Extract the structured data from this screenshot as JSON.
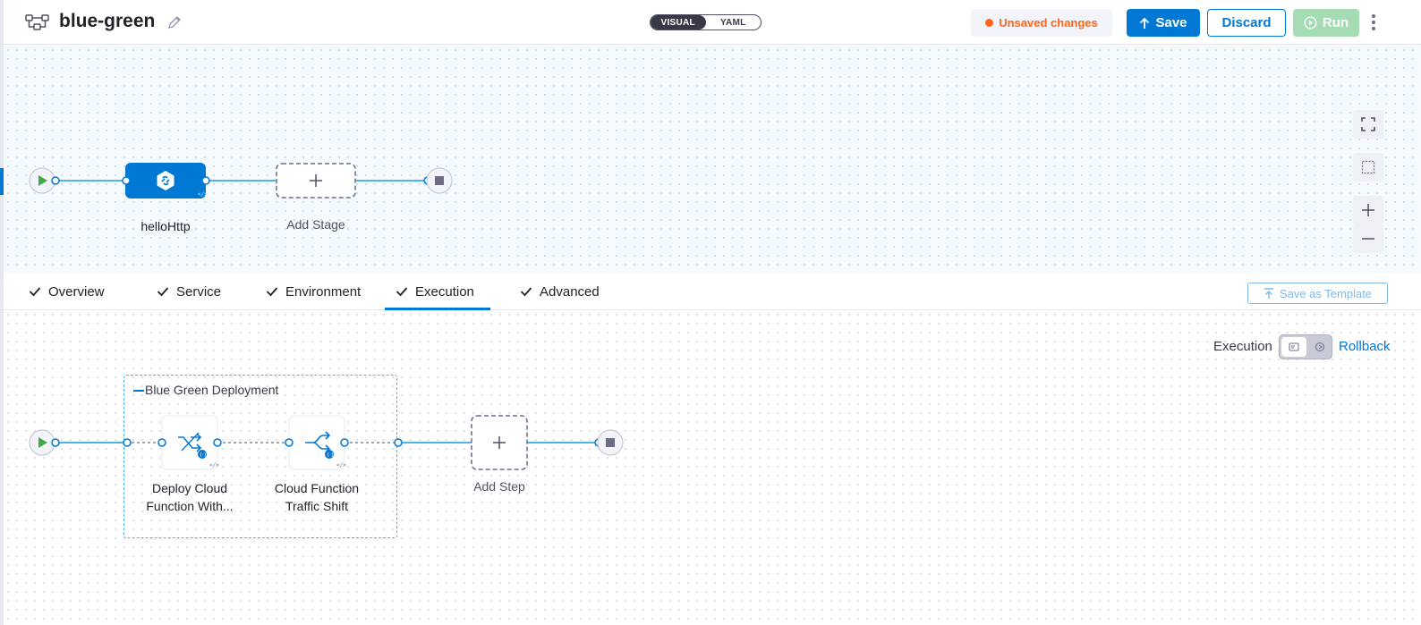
{
  "header": {
    "title": "blue-green",
    "view_toggle": {
      "visual": "VISUAL",
      "yaml": "YAML"
    },
    "unsaved_label": "Unsaved changes",
    "save_label": "Save",
    "discard_label": "Discard",
    "run_label": "Run"
  },
  "stage_graph": {
    "stages": [
      {
        "label": "helloHttp"
      }
    ],
    "add_stage_label": "Add Stage"
  },
  "tabs": [
    {
      "label": "Overview",
      "completed": true
    },
    {
      "label": "Service",
      "completed": true
    },
    {
      "label": "Environment",
      "completed": true
    },
    {
      "label": "Execution",
      "completed": true,
      "active": true
    },
    {
      "label": "Advanced",
      "completed": true
    }
  ],
  "save_template_label": "Save as Template",
  "execution": {
    "toggle_label": "Execution",
    "rollback_label": "Rollback",
    "group_label": "Blue Green Deployment",
    "steps": [
      {
        "label_line1": "Deploy Cloud",
        "label_line2": "Function With..."
      },
      {
        "label_line1": "Cloud Function",
        "label_line2": "Traffic Shift"
      }
    ],
    "add_step_label": "Add Step"
  },
  "colors": {
    "primary": "#0278d5",
    "edge": "#4cb5e6",
    "run_disabled": "#a5dcb4",
    "warning": "#ff661a",
    "start_green": "#42ab45"
  }
}
